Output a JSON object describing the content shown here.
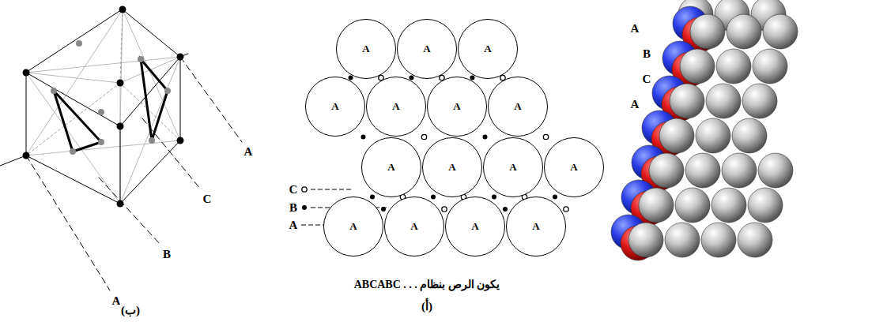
{
  "diagram": {
    "caption": "يكون الرص بنظام . . . ABCABC",
    "nodes": [
      {
        "text": [
          "A"
        ]
      },
      {
        "text": [
          "A"
        ]
      },
      {
        "text": [
          "A"
        ]
      },
      {
        "text": [
          "A"
        ]
      },
      {
        "text": [
          "A"
        ]
      },
      {
        "text": [
          "A"
        ]
      },
      {
        "text": [
          "A"
        ]
      },
      {
        "text": [
          "A"
        ]
      },
      {
        "text": [
          "A"
        ]
      },
      {
        "text": [
          "A"
        ]
      },
      {
        "text": [
          "A"
        ]
      },
      {
        "text": [
          "A"
        ]
      },
      {
        "text": [
          "A"
        ]
      },
      {
        "text": [
          "A"
        ]
      },
      {
        "text": [
          "A"
        ]
      }
    ],
    "labels": [
      "A",
      "C",
      "B",
      "A",
      "(ب)",
      "C",
      "B",
      "A",
      "A",
      "B",
      "C",
      "A",
      "(أ)"
    ]
  }
}
